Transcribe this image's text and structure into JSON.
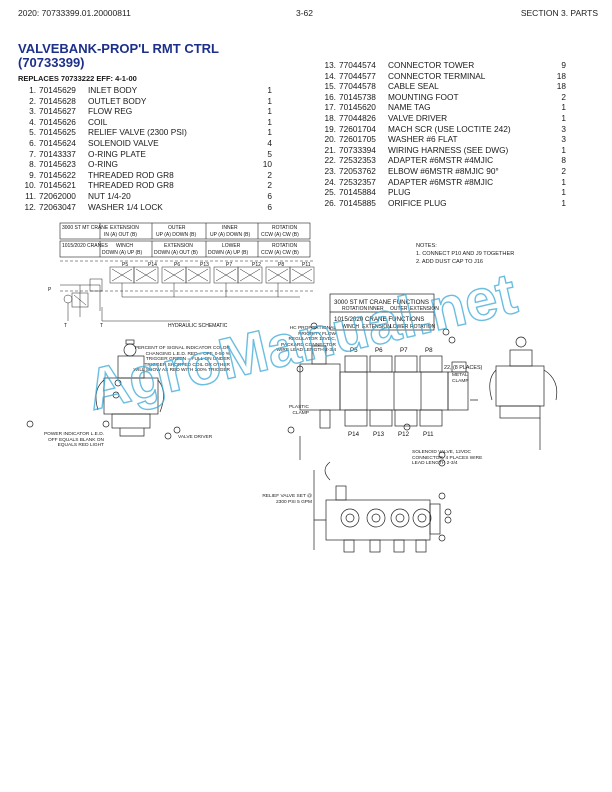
{
  "header": {
    "left": "2020: 70733399.01.20000811",
    "center": "3-62",
    "right": "SECTION 3. PARTS"
  },
  "title": {
    "line1": "VALVEBANK-PROP'L RMT CTRL",
    "line2": "(70733399)"
  },
  "replaces": "REPLACES 70733222 EFF: 4-1-00",
  "parts_left": [
    {
      "n": "1.",
      "pn": "70145629",
      "desc": "INLET BODY",
      "qty": "1"
    },
    {
      "n": "2.",
      "pn": "70145628",
      "desc": "OUTLET BODY",
      "qty": "1"
    },
    {
      "n": "3.",
      "pn": "70145627",
      "desc": "FLOW REG",
      "qty": "1"
    },
    {
      "n": "4.",
      "pn": "70145626",
      "desc": "COIL",
      "qty": "1"
    },
    {
      "n": "5.",
      "pn": "70145625",
      "desc": "RELIEF VALVE (2300 PSI)",
      "qty": "1"
    },
    {
      "n": "6.",
      "pn": "70145624",
      "desc": "SOLENOID VALVE",
      "qty": "4"
    },
    {
      "n": "7.",
      "pn": "70143337",
      "desc": "O-RING PLATE",
      "qty": "5"
    },
    {
      "n": "8.",
      "pn": "70145623",
      "desc": "O-RING",
      "qty": "10"
    },
    {
      "n": "9.",
      "pn": "70145622",
      "desc": "THREADED ROD GR8",
      "qty": "2"
    },
    {
      "n": "10.",
      "pn": "70145621",
      "desc": "THREADED ROD GR8",
      "qty": "2"
    },
    {
      "n": "11.",
      "pn": "72062000",
      "desc": "NUT 1/4-20",
      "qty": "6"
    },
    {
      "n": "12.",
      "pn": "72063047",
      "desc": "WASHER 1/4 LOCK",
      "qty": "6"
    }
  ],
  "parts_right": [
    {
      "n": "13.",
      "pn": "77044574",
      "desc": "CONNECTOR TOWER",
      "qty": "9"
    },
    {
      "n": "14.",
      "pn": "77044577",
      "desc": "CONNECTOR TERMINAL",
      "qty": "18"
    },
    {
      "n": "15.",
      "pn": "77044578",
      "desc": "CABLE SEAL",
      "qty": "18"
    },
    {
      "n": "16.",
      "pn": "70145738",
      "desc": "MOUNTING FOOT",
      "qty": "2"
    },
    {
      "n": "17.",
      "pn": "70145620",
      "desc": "NAME TAG",
      "qty": "1"
    },
    {
      "n": "18.",
      "pn": "77044826",
      "desc": "VALVE DRIVER",
      "qty": "1"
    },
    {
      "n": "19.",
      "pn": "72601704",
      "desc": "MACH SCR (USE LOCTITE 242)",
      "qty": "3"
    },
    {
      "n": "20.",
      "pn": "72601705",
      "desc": "WASHER #6 FLAT",
      "qty": "3"
    },
    {
      "n": "21.",
      "pn": "70733394",
      "desc": "WIRING HARNESS (SEE DWG)",
      "qty": "1"
    },
    {
      "n": "22.",
      "pn": "72532353",
      "desc": "ADAPTER #6MSTR #4MJIC",
      "qty": "8"
    },
    {
      "n": "23.",
      "pn": "72053762",
      "desc": "ELBOW #6MSTR #8MJIC 90°",
      "qty": "2"
    },
    {
      "n": "24.",
      "pn": "72532357",
      "desc": "ADAPTER #6MSTR #8MJIC",
      "qty": "1"
    },
    {
      "n": "25.",
      "pn": "70145884",
      "desc": "PLUG",
      "qty": "1"
    },
    {
      "n": "26.",
      "pn": "70145885",
      "desc": "ORIFICE PLUG",
      "qty": "1"
    }
  ],
  "notes": {
    "heading": "NOTES:",
    "n1": "1.   CONNECT P10 AND J9 TOGETHER",
    "n2": "2.   ADD DUST CAP TO J16"
  },
  "schematic": {
    "t1_col1": "3000 ST MT CRANE",
    "t1_h1": "EXTENSION",
    "t1_s1": "IN (A)   OUT (B)",
    "t1_h2": "OUTER",
    "t1_s2": "UP (A)   DOWN (B)",
    "t1_h3": "INNER",
    "t1_s3": "UP (A)   DOWN (B)",
    "t1_h4": "ROTATION",
    "t1_s4": "CCW (A)   CW (B)",
    "t2_col1": "1015/2020 CRANES",
    "t2_h1": "WINCH",
    "t2_s1": "DOWN (A)  UP (B)",
    "t2_h2": "EXTENSION",
    "t2_s2": "DOWN (A)  OUT (B)",
    "t2_h3": "LOWER",
    "t2_s3": "DOWN (A)  UP (B)",
    "t2_h4": "ROTATION",
    "t2_s4": "CCW (A)   CW (B)",
    "caption": "HYDRAULIC SCHEMATIC",
    "ports": [
      "P",
      "T"
    ],
    "valve_labels": [
      "P5",
      "P14",
      "P6",
      "P13",
      "P7",
      "P12",
      "P8",
      "P11"
    ]
  },
  "functions": {
    "r1": "3000 ST MT CRANE FUNCTIONS",
    "r1_cols": [
      "ROTATION",
      "INNER",
      "OUTER",
      "EXTENSION"
    ],
    "r2": "1015/2020 CRANE FUNCTIONS",
    "r2_cols": [
      "WINCH",
      "EXTENSION",
      "LOWER",
      "ROTATION"
    ]
  },
  "callouts": {
    "hc": "HC PROPORTIONAL PRIORITY FLOW REGULATOR 12VDC, PACKARD CONNECTOR WIRE LEAD LENGTH 2-3/4",
    "signal": "PERCENT OF SIGNAL INDICATOR COLOR CHANGING L.E.D. RED = OFF, 0-50 % TRIGGER GREEN = FULL ON UNDER TRIGGER SHORTED COIL OR OTHER WILL SHOW AS RED WITH 100% TRIGGER",
    "power": "POWER INDICATOR L.E.D. OFF EQUALS BLANK ON EQUALS RED LIGHT",
    "valve_driver": "VALVE DRIVER",
    "plastic": "PLASTIC CLAMP",
    "metal": "METAL CLAMP",
    "adapters": "22, (8 PLACES)",
    "solenoid": "SOLENOID VALVE, 12VDC CONNECTOR, 4 PLACES WIRE LEAD LENGTH 2-3/4",
    "relief": "RELIEF VALVE SET @ 2300 PSI 5 GPM",
    "top_ports": [
      "P5",
      "P6",
      "P7",
      "P8"
    ],
    "bottom_ports": [
      "P14",
      "P13",
      "P12",
      "P11"
    ]
  },
  "watermark": "AgroManual.net",
  "colors": {
    "title": "#1c2f8a",
    "watermark": "#3aa9d6"
  }
}
